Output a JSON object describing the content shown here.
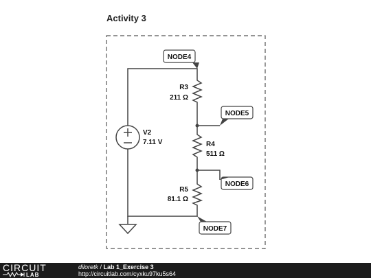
{
  "title": "Activity 3",
  "components": {
    "v2": {
      "name": "V2",
      "value": "7.11 V"
    },
    "r3": {
      "name": "R3",
      "value": "211 Ω"
    },
    "r4": {
      "name": "R4",
      "value": "511 Ω"
    },
    "r5": {
      "name": "R5",
      "value": "81.1 Ω"
    }
  },
  "nodes": {
    "node4": "NODE4",
    "node5": "NODE5",
    "node6": "NODE6",
    "node7": "NODE7"
  },
  "footer": {
    "logo_top": "CIRCUIT",
    "logo_bottom": "LAB",
    "user": "diloretk",
    "separator": " / ",
    "circuit_title": "Lab 1_Exercise 3",
    "url": "http://circuitlab.com/cyxku97ku5s64"
  }
}
